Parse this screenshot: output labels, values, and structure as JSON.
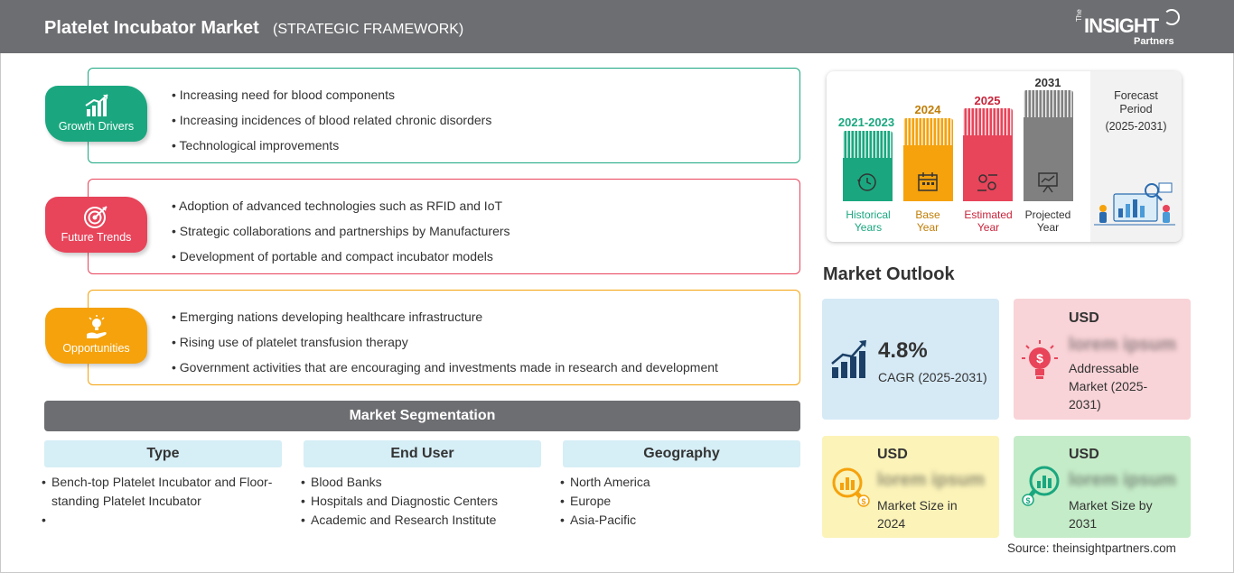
{
  "header": {
    "title": "Platelet Incubator Market",
    "subtitle": "(STRATEGIC FRAMEWORK)",
    "logo": {
      "the": "The",
      "insight": "INSIGHT",
      "partners": "Partners"
    }
  },
  "colors": {
    "growth": "#1aa77f",
    "trends": "#e8445a",
    "opportunities": "#f5a20c",
    "header_bg": "#6d6e71",
    "hist_bar": "#1aa77f",
    "base_bar": "#f5a20c",
    "est_bar": "#e8445a",
    "proj_bar": "#808080"
  },
  "framework": [
    {
      "label": "Growth Drivers",
      "icon": "growth-chart-icon",
      "items": [
        "Increasing need for blood components",
        "Increasing incidences of blood related chronic disorders",
        "Technological improvements"
      ]
    },
    {
      "label": "Future Trends",
      "icon": "target-icon",
      "items": [
        "Adoption of advanced technologies such as RFID and IoT",
        "Strategic collaborations and partnerships by Manufacturers",
        "Development of portable and compact incubator models"
      ]
    },
    {
      "label": "Opportunities",
      "icon": "lightbulb-hand-icon",
      "items": [
        "Emerging nations developing healthcare infrastructure",
        "Rising use of platelet transfusion therapy",
        "Government activities that are encouraging and investments made in research and development"
      ]
    }
  ],
  "segmentation": {
    "title": "Market Segmentation",
    "columns": [
      {
        "heading": "Type",
        "items": [
          "Bench-top Platelet Incubator and Floor-standing Platelet Incubator",
          ""
        ]
      },
      {
        "heading": "End User",
        "items": [
          "Blood Banks",
          "Hospitals and Diagnostic Centers",
          "Academic and Research Institute"
        ]
      },
      {
        "heading": "Geography",
        "items": [
          "North America",
          "Europe",
          "Asia-Pacific"
        ]
      }
    ]
  },
  "timeline": {
    "bars": [
      {
        "year": "2021-2023",
        "label": [
          "Historical",
          "Years"
        ]
      },
      {
        "year": "2024",
        "label": [
          "Base",
          "Year"
        ]
      },
      {
        "year": "2025",
        "label": [
          "Estimated",
          "Year"
        ]
      },
      {
        "year": "2031",
        "label": [
          "Projected",
          "Year"
        ]
      }
    ],
    "forecast": {
      "title": [
        "Forecast",
        "Period"
      ],
      "years": "(2025-2031)"
    }
  },
  "outlook": {
    "title": "Market Outlook",
    "cagr": {
      "value": "4.8%",
      "desc": "CAGR (2025-2031)"
    },
    "addressable": {
      "currency": "USD",
      "value": "lorem ipsum",
      "desc": [
        "Addressable",
        "Market (2025-",
        "2031)"
      ]
    },
    "size2024": {
      "currency": "USD",
      "value": "lorem ipsum",
      "desc": [
        "Market Size in",
        "2024"
      ]
    },
    "size2031": {
      "currency": "USD",
      "value": "lorem ipsum",
      "desc": [
        "Market Size by",
        "2031"
      ]
    }
  },
  "source": "Source: theinsightpartners.com"
}
